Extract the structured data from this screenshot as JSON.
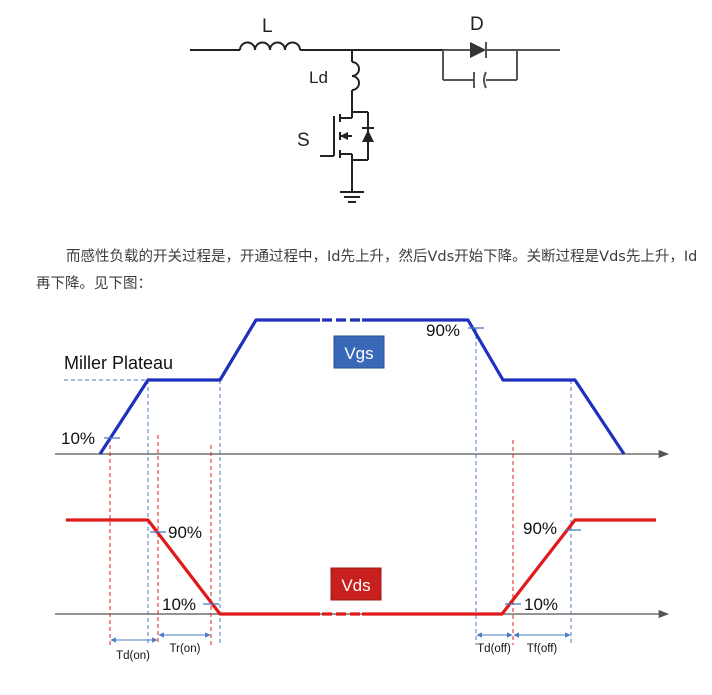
{
  "circuit": {
    "labels": {
      "inductor": "L",
      "leakage_inductor": "Ld",
      "switch": "S",
      "diode": "D"
    }
  },
  "paragraph": "而感性负载的开关过程是，开通过程中，Id先上升，然后Vds开始下降。关断过程是Vds先上升，Id再下降。见下图：",
  "timing": {
    "vgs_label": "Vgs",
    "vds_label": "Vds",
    "miller_label": "Miller Plateau",
    "vgs_pct_10": "10%",
    "vgs_pct_90": "90%",
    "vds_pct_90_on": "90%",
    "vds_pct_10_on": "10%",
    "vds_pct_10_off": "10%",
    "vds_pct_90_off": "90%",
    "intervals": {
      "td_on": "Td(on)",
      "tr_on": "Tr(on)",
      "td_off": "Td(off)",
      "tf_off": "Tf(off)"
    }
  },
  "colors": {
    "vgs": "#1f2fbf",
    "vds": "#e01a1a",
    "vgs_box": "#3a68b8",
    "vds_box": "#c8201e",
    "circuit": "#222222",
    "diode": "#555555"
  }
}
